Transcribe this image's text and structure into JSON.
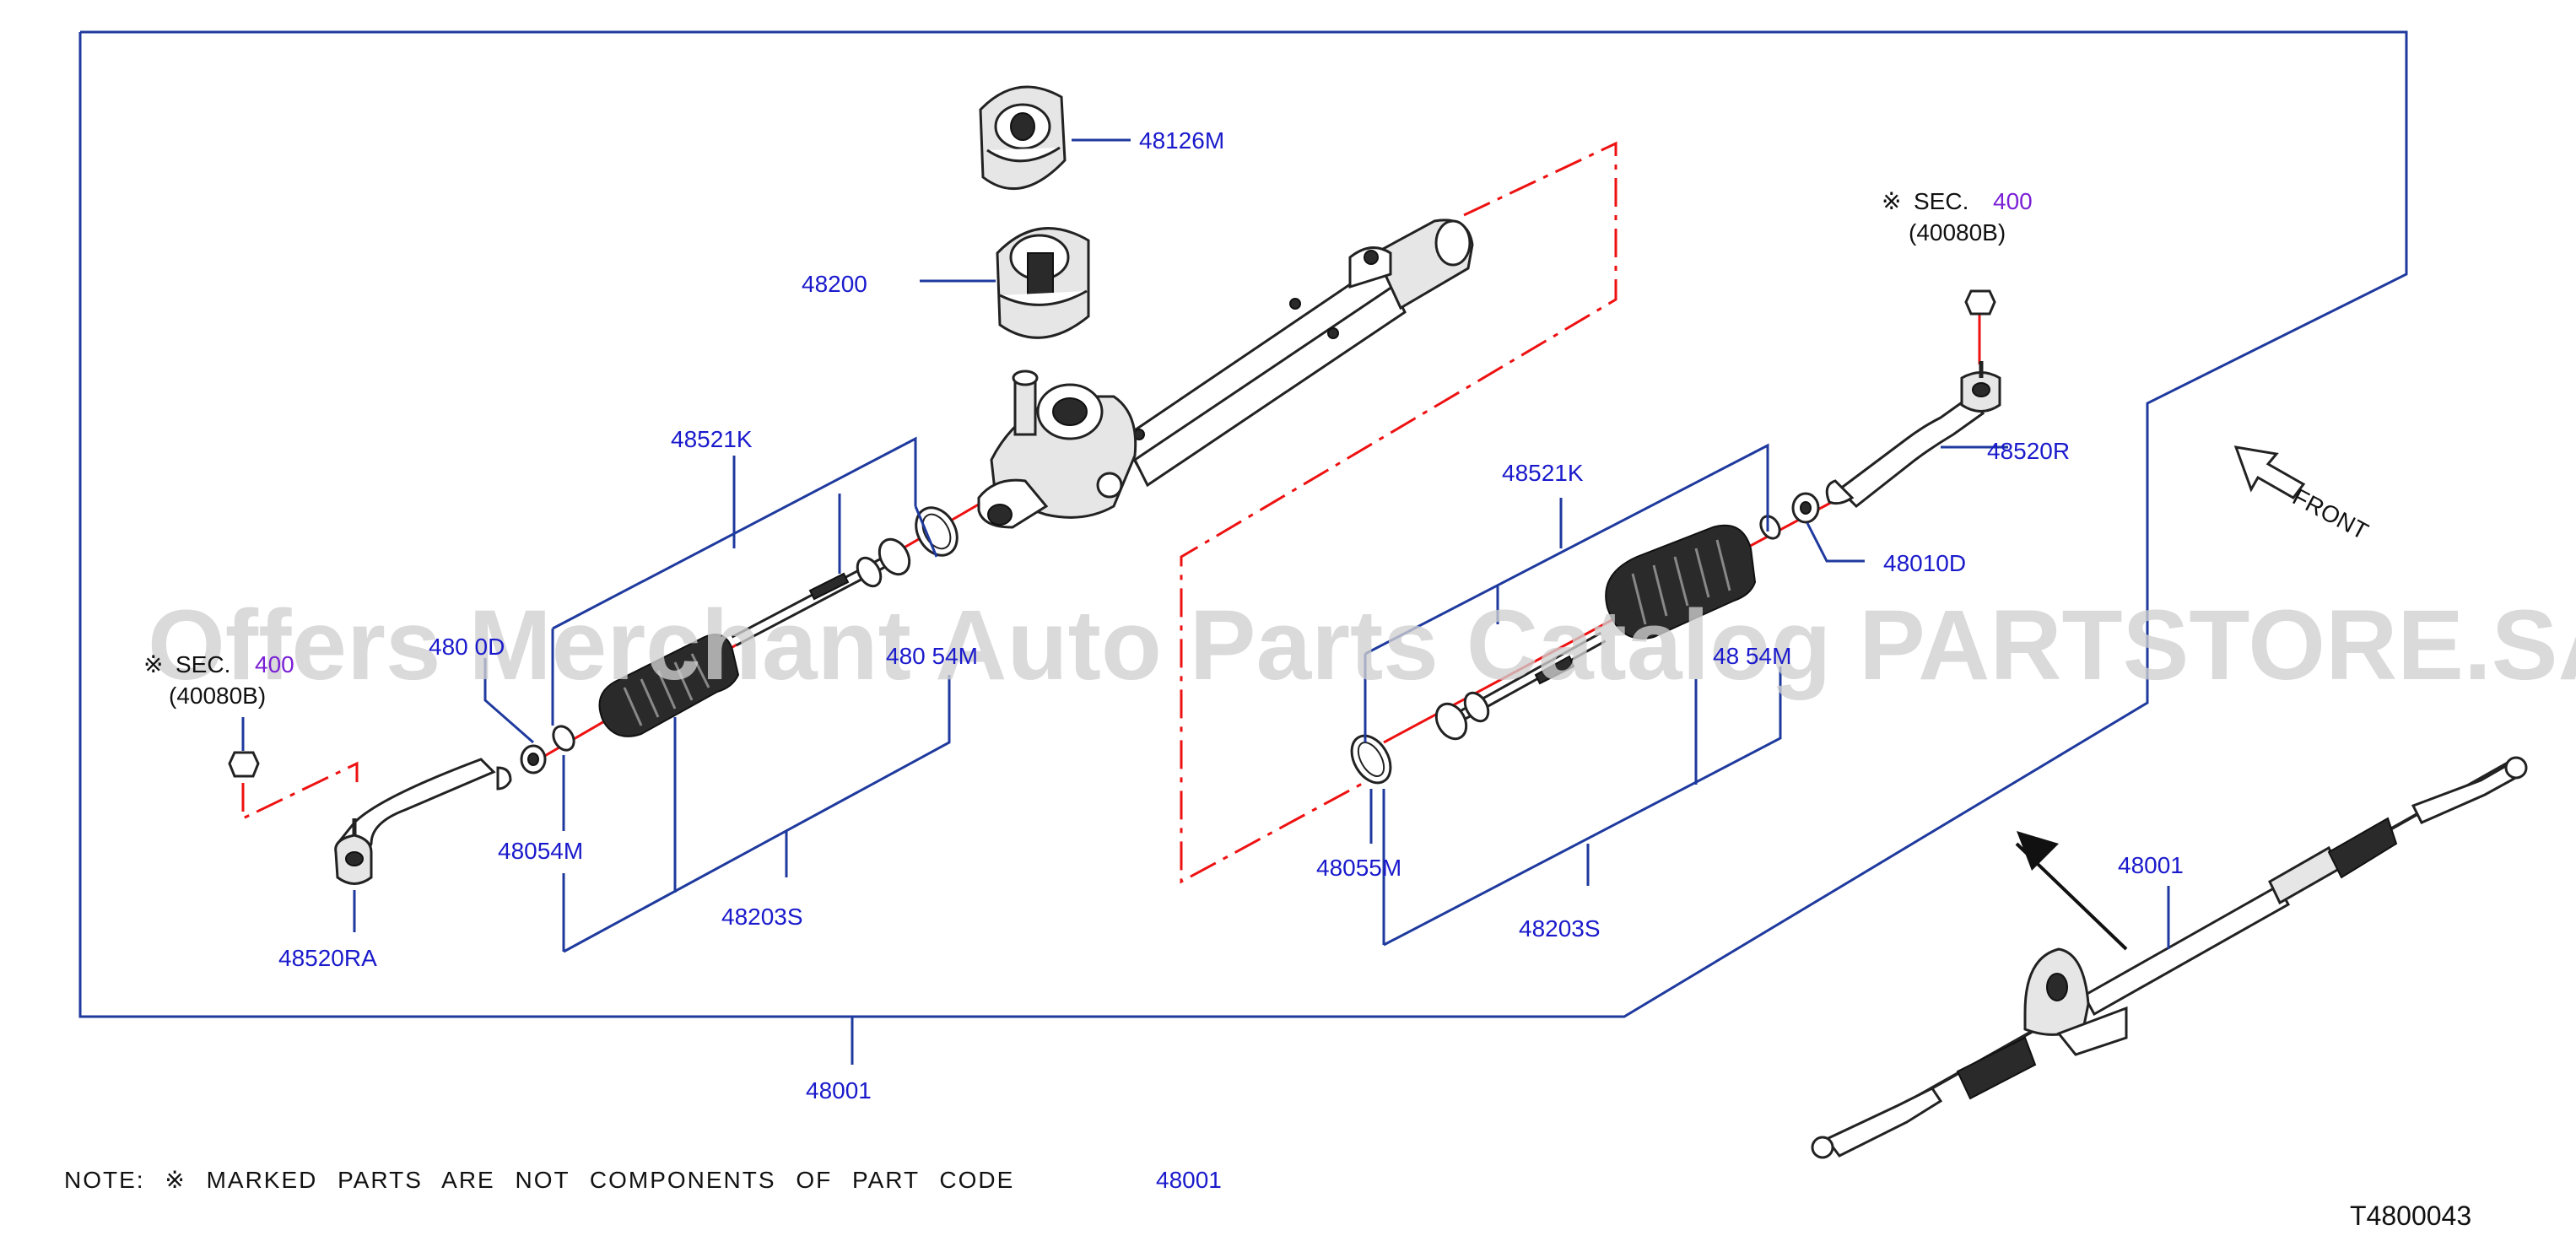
{
  "labels": {
    "l_48126M": "48126M",
    "l_48200": "48200",
    "l_48521K_left": "48521K",
    "l_48521K_right": "48521K",
    "l_48520R": "48520R",
    "l_48010D_right": "48010D",
    "l_48010D_left_partial": "480 0D",
    "l_48204M_left_partial": "480 54M",
    "l_48204M_right_partial": "48 54M",
    "l_48054M": "48054M",
    "l_48055M": "48055M",
    "l_48203S_left": "48203S",
    "l_48203S_right": "48203S",
    "l_48520RA": "48520RA",
    "l_48001_main": "48001",
    "l_48001_small": "48001"
  },
  "sec_refs": {
    "right": {
      "mark": "※",
      "prefix": "SEC.",
      "number": "400",
      "part": "(40080B)"
    },
    "left": {
      "mark": "※",
      "prefix": "SEC.",
      "number": "400",
      "part": "(40080B)"
    }
  },
  "front_label": "FRONT",
  "note": {
    "text": "NOTE:  ※ MARKED PARTS ARE NOT COMPONENTS OF PART CODE",
    "code": "48001"
  },
  "diagram_code": "T4800043",
  "watermark": "Offers Merchant Auto Parts Catalog PARTSTORE.SA",
  "colors": {
    "label_blue": "#1a1acc",
    "sec_number_purple": "#7a1fd6",
    "frame_blue": "#1f3a9e",
    "axis_red": "#ee1111"
  }
}
